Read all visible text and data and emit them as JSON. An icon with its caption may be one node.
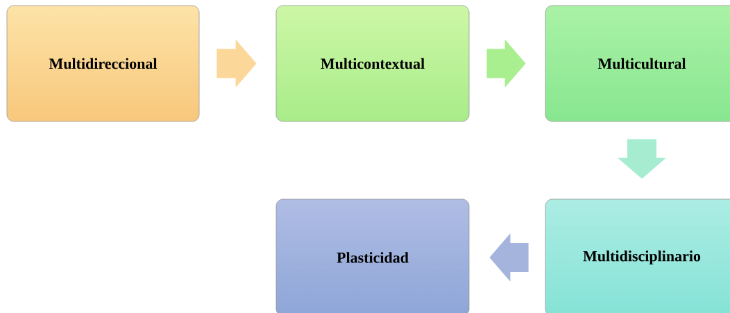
{
  "diagram": {
    "nodes": [
      {
        "text": [
          "Multidireccional"
        ]
      },
      {
        "text": [
          "Multicontextual"
        ]
      },
      {
        "text": [
          "Multicultural"
        ]
      },
      {
        "text": [
          "Plasticidad"
        ]
      },
      {
        "text": [
          "Multidisciplinario"
        ]
      }
    ],
    "edges": [
      {
        "from": 0,
        "to": 1,
        "arrow": "to",
        "color": "#fcd79a"
      },
      {
        "from": 1,
        "to": 2,
        "arrow": "to",
        "color": "#a9ef90"
      },
      {
        "from": 2,
        "to": 4,
        "arrow": "to",
        "color": "#a5ecd0"
      },
      {
        "from": 4,
        "to": 3,
        "arrow": "to",
        "color": "#a4b4dc"
      }
    ]
  }
}
